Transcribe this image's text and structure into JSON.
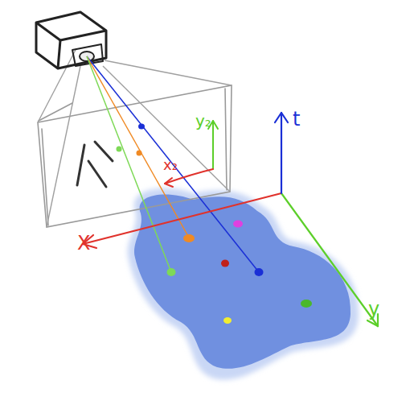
{
  "diagram": {
    "labels": [
      "y₂",
      "t",
      "x₂",
      "X",
      "y"
    ]
  }
}
